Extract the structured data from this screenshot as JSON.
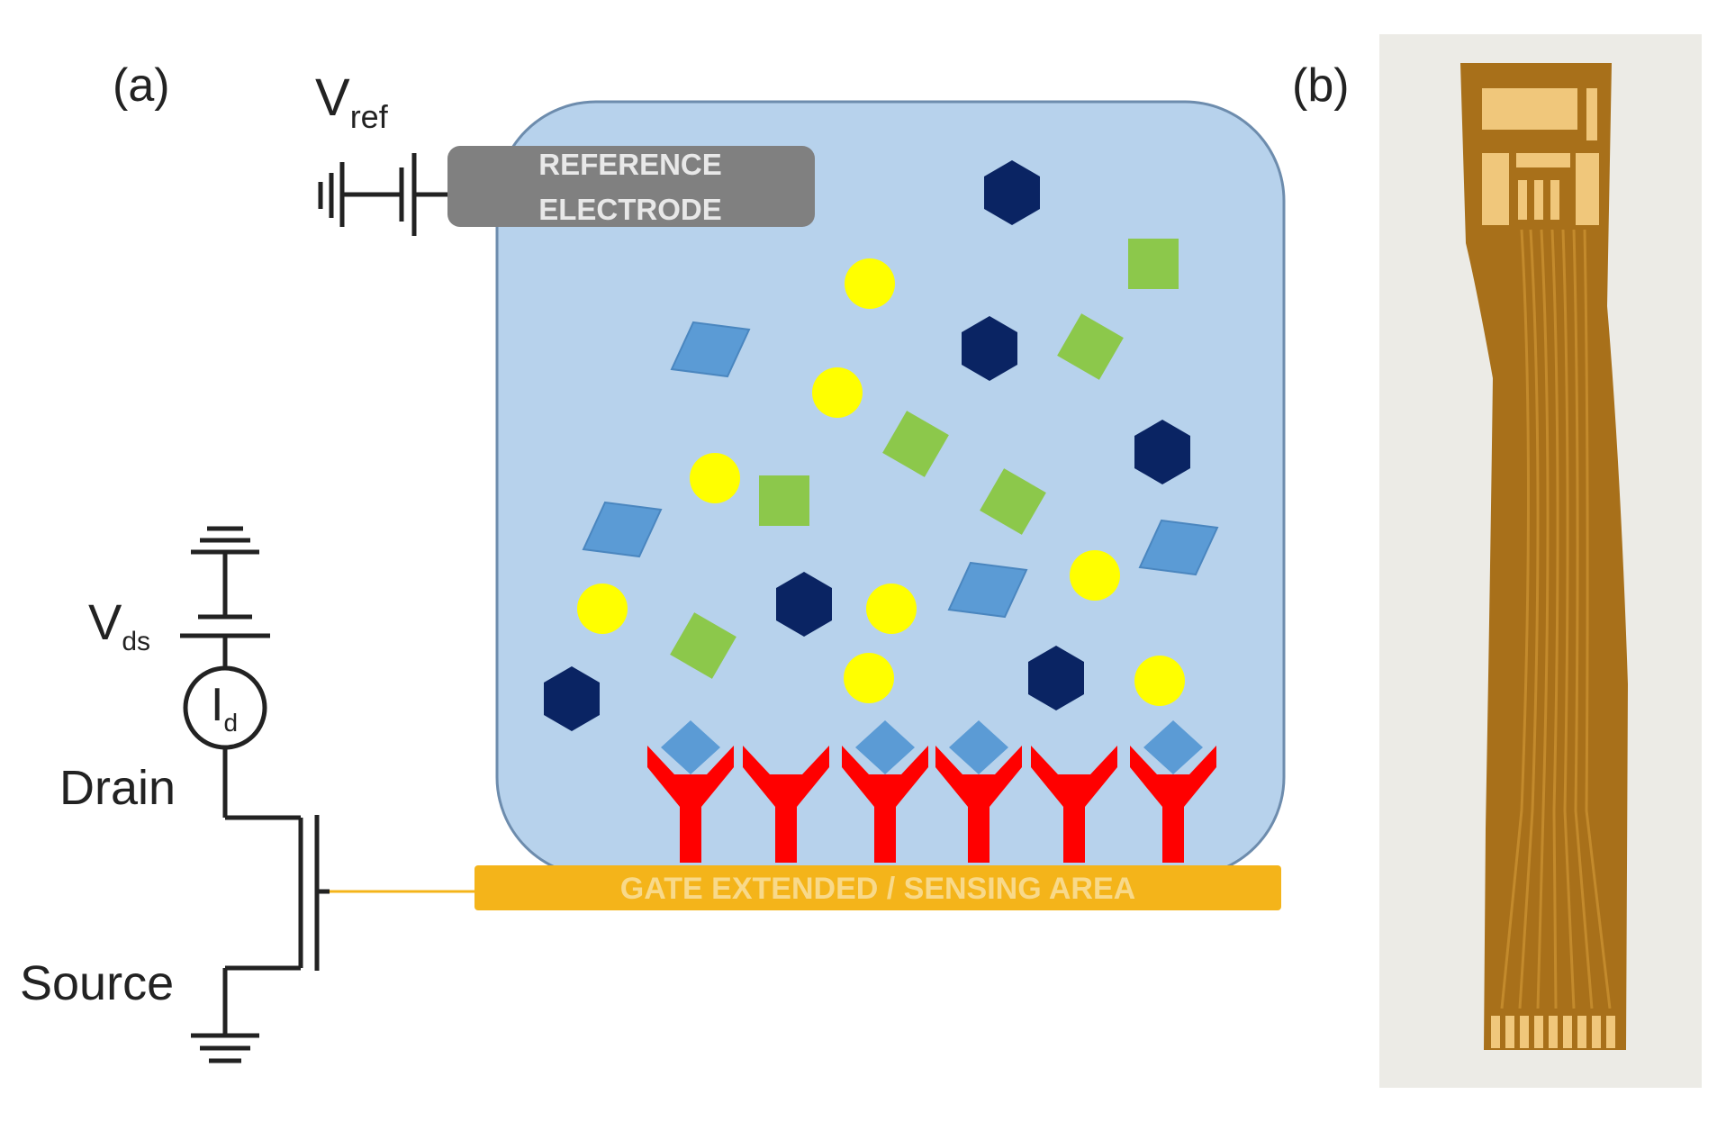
{
  "panel_a": {
    "label": "(a)",
    "vref": {
      "main": "V",
      "sub": "ref"
    },
    "vds": {
      "main": "V",
      "sub": "ds"
    },
    "id": {
      "main": "I",
      "sub": "d"
    },
    "drain_label": "Drain",
    "source_label": "Source",
    "reference_electrode": {
      "line1": "REFERENCE",
      "line2": "ELECTRODE"
    },
    "gate_label": "GATE EXTENDED / SENSING AREA"
  },
  "panel_b": {
    "label": "(b)"
  },
  "colors": {
    "solution": "#b7d2ec",
    "solution_border": "#6d8cad",
    "reference_electrode": "#808080",
    "gate_strip": "#f4b41a",
    "antibody": "#ff0000",
    "dark_hexagon": "#0a2463",
    "light_blue_diamond": "#5b9bd5",
    "green_square": "#8cc84b",
    "yellow_circle": "#ffff00",
    "wire": "#222222",
    "flex_substrate": "#a8701a",
    "gold_pad": "#f0c77b"
  }
}
